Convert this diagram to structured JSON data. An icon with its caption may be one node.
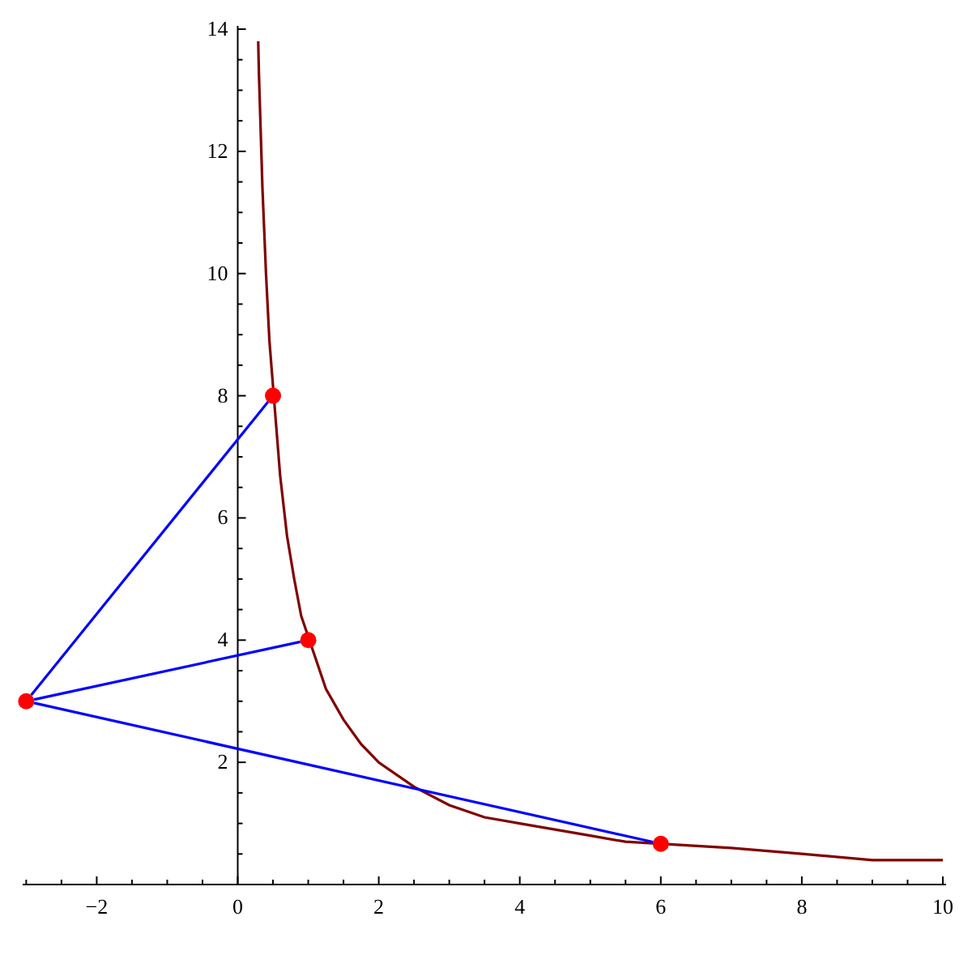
{
  "diagram": {
    "nodes": [
      {
        "text": [],
        "shape": "circle"
      },
      {
        "text": [],
        "shape": "circle"
      },
      {
        "text": [],
        "shape": "circle"
      },
      {
        "text": [],
        "shape": "circle"
      }
    ],
    "edges": [
      {
        "from": 2,
        "to": 0,
        "arrow": "none"
      },
      {
        "from": 2,
        "to": 1,
        "arrow": "none"
      },
      {
        "from": 2,
        "to": 3,
        "arrow": "none"
      }
    ],
    "chart_data": {
      "type": "line",
      "x": [
        0.29,
        0.3,
        0.35,
        0.4,
        0.45,
        0.6,
        0.7,
        0.8,
        0.9,
        1.25,
        1.5,
        1.75,
        2,
        2.5,
        3,
        3.5,
        4,
        5,
        5.5,
        7,
        8,
        9,
        10
      ],
      "series": [
        {
          "color": "#800000",
          "values": [
            13.8,
            13.3,
            11.4,
            10,
            8.9,
            6.7,
            5.7,
            5,
            4.4,
            3.2,
            2.7,
            2.3,
            2,
            1.6,
            1.3,
            1.1,
            1,
            0.8,
            0.7,
            0.6,
            0.5,
            0.4,
            0.4
          ]
        }
      ],
      "xlim": [
        -3.05,
        10
      ],
      "ylim": [
        0,
        14
      ],
      "xticks": [
        -2,
        0,
        2,
        4,
        6,
        8,
        10
      ],
      "yticks": [
        2,
        4,
        6,
        8,
        10,
        12,
        14
      ]
    }
  }
}
